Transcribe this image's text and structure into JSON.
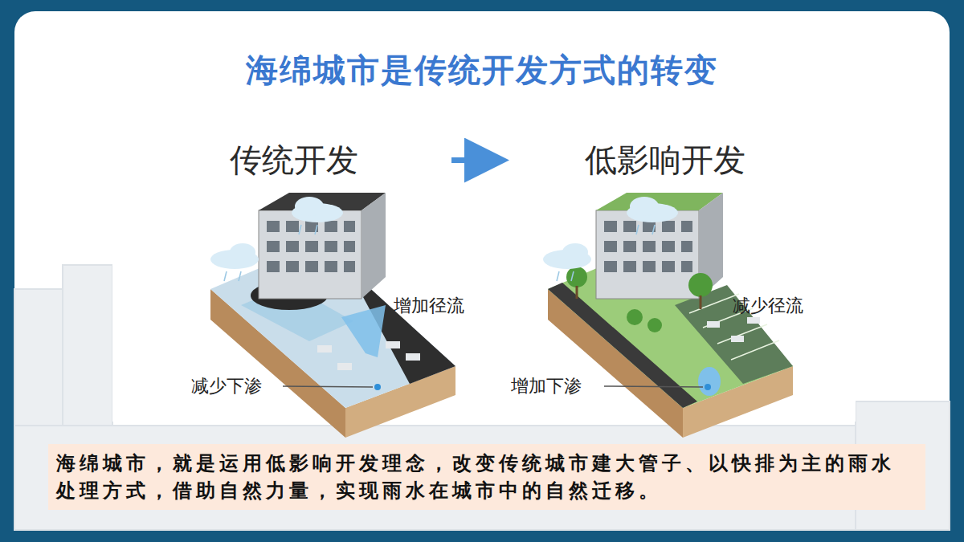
{
  "diagram": {
    "title": "海绵城市是传统开发方式的转变",
    "caption": "海绵城市，就是运用低影响开发理念，改变传统城市建大管子、以快排为主的雨水处理方式，借助自然力量，实现雨水在城市中的自然迁移。",
    "nodes": [
      {
        "text": [
          "传统开发"
        ]
      },
      {
        "text": [
          "低影响开发"
        ]
      }
    ],
    "edges": [
      {
        "from": 0,
        "to": 1,
        "arrow": "to"
      }
    ],
    "labels": [
      "增加径流",
      "减少下渗",
      "减少径流",
      "增加下渗"
    ]
  }
}
